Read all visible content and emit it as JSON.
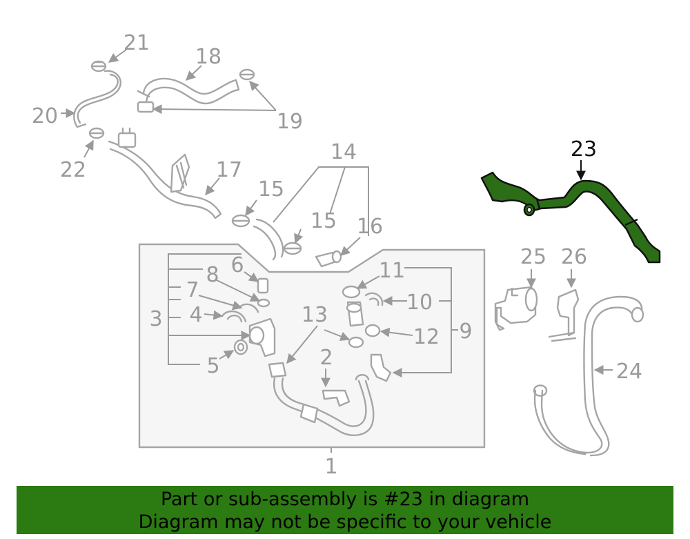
{
  "callouts": {
    "c1": "1",
    "c2": "2",
    "c3": "3",
    "c4": "4",
    "c5": "5",
    "c6": "6",
    "c7": "7",
    "c8": "8",
    "c9": "9",
    "c10": "10",
    "c11": "11",
    "c12": "12",
    "c13": "13",
    "c14": "14",
    "c15a": "15",
    "c15b": "15",
    "c16": "16",
    "c17": "17",
    "c18": "18",
    "c19": "19",
    "c20": "20",
    "c21": "21",
    "c22": "22",
    "c23": "23",
    "c24": "24",
    "c25": "25",
    "c26": "26"
  },
  "highlighted_part": "23",
  "colors": {
    "highlight": "#2c6e18",
    "banner": "#2b7a12",
    "lines": "#a5a5a5"
  },
  "banner": {
    "line1": "Part or sub-assembly is #23 in diagram",
    "line2": "Diagram may not be specific to your vehicle"
  }
}
